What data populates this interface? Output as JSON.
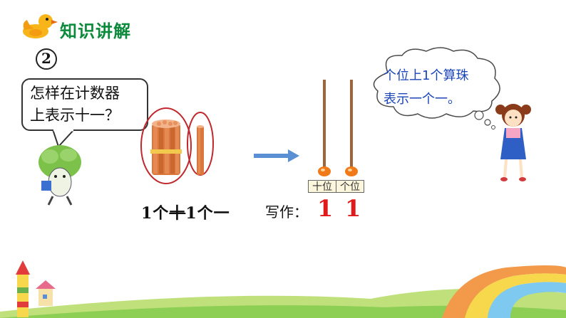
{
  "header": {
    "title": "知识讲解"
  },
  "step": {
    "number": "2"
  },
  "question": {
    "line1": "怎样在计数器",
    "line2": "上表示十一？"
  },
  "bundle": {
    "label_prefix": "1个",
    "label_middle": "十",
    "label_suffix": "1个一"
  },
  "abacus": {
    "write_label": "写作：",
    "tens_label": "十位",
    "ones_label": "个位",
    "tens_digit": "1",
    "ones_digit": "1",
    "bead_color": "#f07a1a"
  },
  "thought": {
    "line1": "个位上1个算珠",
    "line2": "表示一个一。"
  },
  "colors": {
    "title": "#0a8a3a",
    "digit": "#e0191b",
    "ellipse": "#c0282d",
    "arrow": "#5b8fd4",
    "cloud_text": "#1a44b8"
  }
}
